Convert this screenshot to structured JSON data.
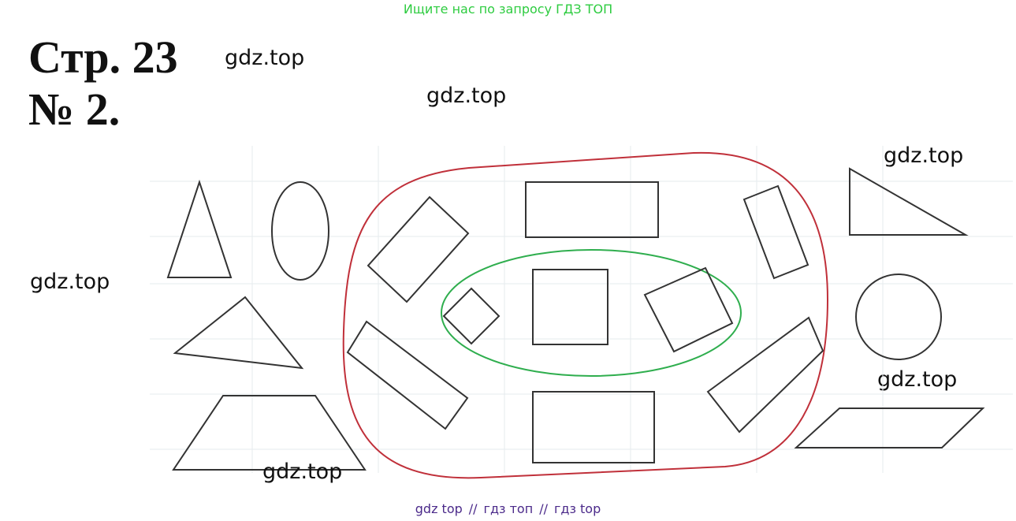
{
  "top_banner": "Ищите нас по запросу ГДЗ ТОП",
  "heading": {
    "page": "Стр. 23",
    "task": "№ 2."
  },
  "watermark": "gdz.top",
  "footer": {
    "link1": "gdz top",
    "sep": "//",
    "link2": "гдз топ",
    "link3": "гдз top"
  },
  "colors": {
    "outer_loop": "#c0303a",
    "inner_loop": "#2fae4e",
    "shape_stroke": "#333333",
    "banner": "#2ecc40"
  }
}
